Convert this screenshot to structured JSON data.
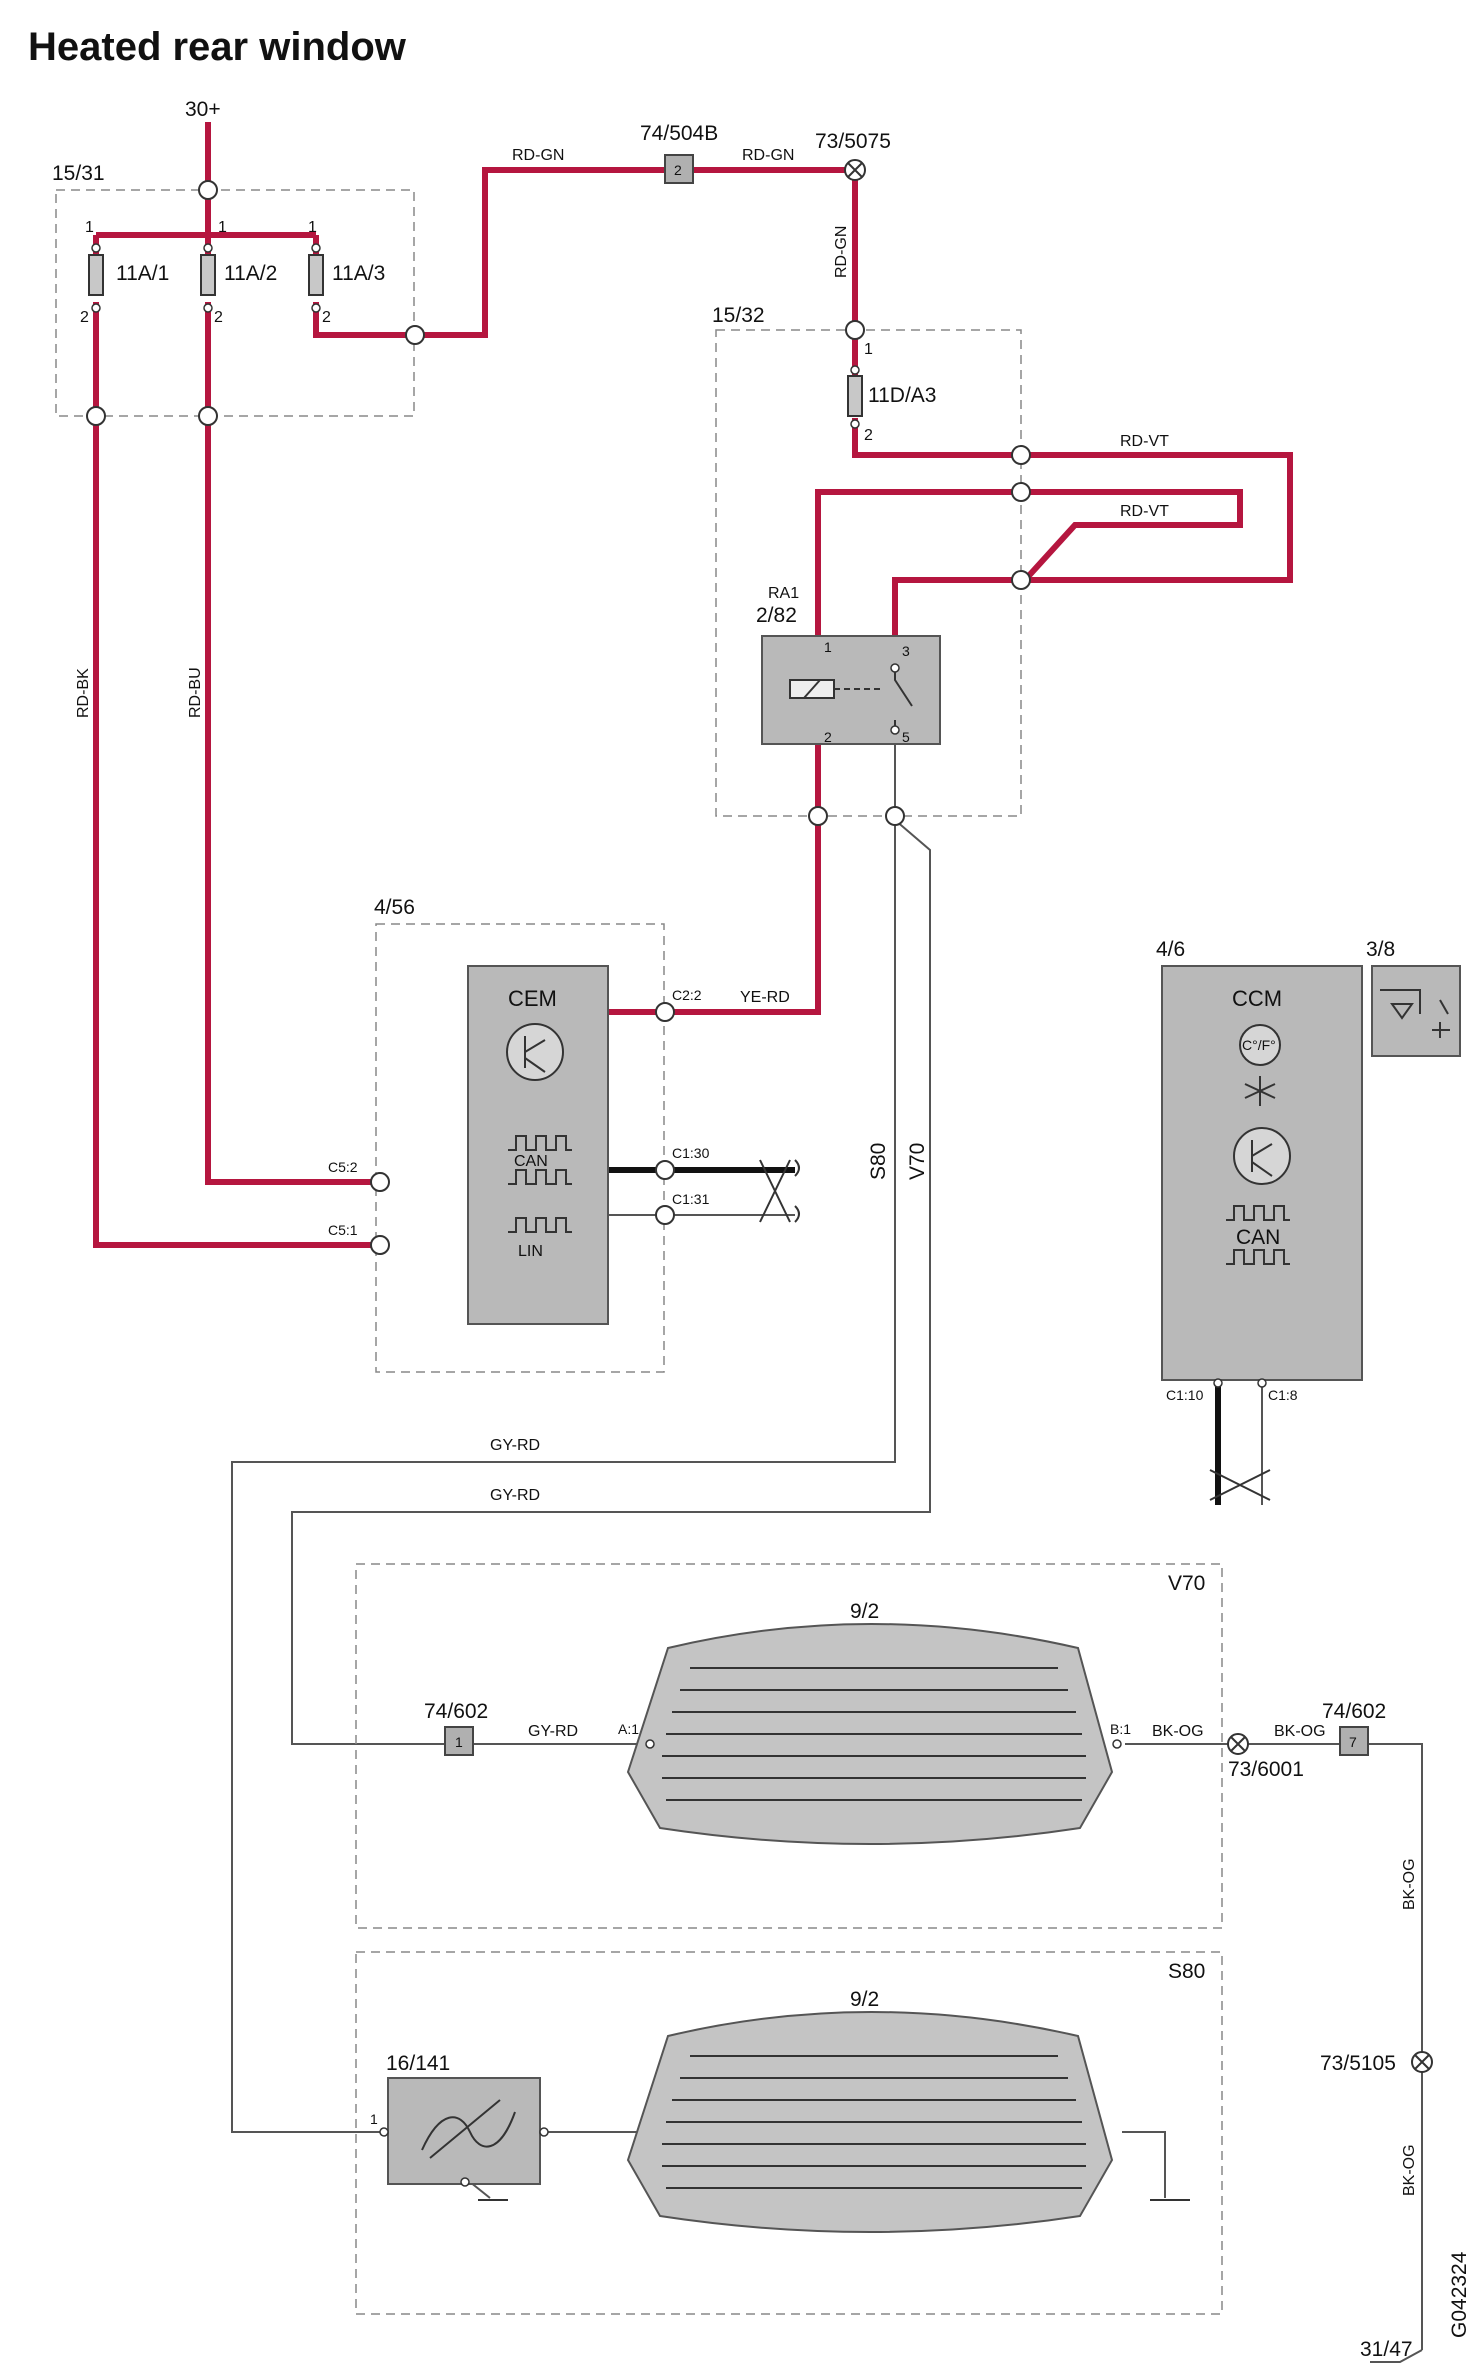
{
  "title": "Heated rear window",
  "image_code": "G042324",
  "supply": "30+",
  "ground_ref": "31/47",
  "fuse_box": {
    "id": "15/31",
    "fuses": [
      {
        "label": "11A/1",
        "pin_in": "1",
        "pin_out": "2"
      },
      {
        "label": "11A/2",
        "pin_in": "1",
        "pin_out": "2"
      },
      {
        "label": "11A/3",
        "pin_in": "1",
        "pin_out": "2"
      }
    ]
  },
  "connector_top": {
    "id": "74/504B",
    "pin": "2"
  },
  "splice_top": "73/5075",
  "relay_box": {
    "id": "15/32",
    "fuse": {
      "label": "11D/A3",
      "pin_in": "1",
      "pin_out": "2"
    },
    "relay": {
      "id": "RA1",
      "sub": "2/82",
      "pins": [
        "1",
        "3",
        "2",
        "5"
      ]
    }
  },
  "wires": {
    "rd_gn": "RD-GN",
    "rd_vt": "RD-VT",
    "rd_bk": "RD-BK",
    "rd_bu": "RD-BU",
    "ye_rd": "YE-RD",
    "gy_rd": "GY-RD",
    "bk_og": "BK-OG"
  },
  "cem": {
    "box_id": "4/56",
    "name": "CEM",
    "can": "CAN",
    "lin": "LIN",
    "pins": {
      "c2_2": "C2:2",
      "c5_2": "C5:2",
      "c5_1": "C5:1",
      "c1_30": "C1:30",
      "c1_31": "C1:31"
    }
  },
  "variants": {
    "s80": "S80",
    "v70": "V70"
  },
  "ccm": {
    "id": "4/6",
    "name": "CCM",
    "temp_symbol": "C°/F°",
    "can": "CAN",
    "pins": {
      "c1_10": "C1:10",
      "c1_8": "C1:8"
    }
  },
  "switch_module": {
    "id": "3/8"
  },
  "v70_section": {
    "variant": "V70",
    "window_id": "9/2",
    "connector_left": {
      "id": "74/602",
      "pin": "1"
    },
    "pin_a": "A:1",
    "pin_b": "B:1",
    "splice": "73/6001",
    "connector_right": {
      "id": "74/602",
      "pin": "7"
    }
  },
  "s80_section": {
    "variant": "S80",
    "window_id": "9/2",
    "filter": {
      "id": "16/141",
      "pin": "1"
    }
  },
  "splice_ground": "73/5105"
}
